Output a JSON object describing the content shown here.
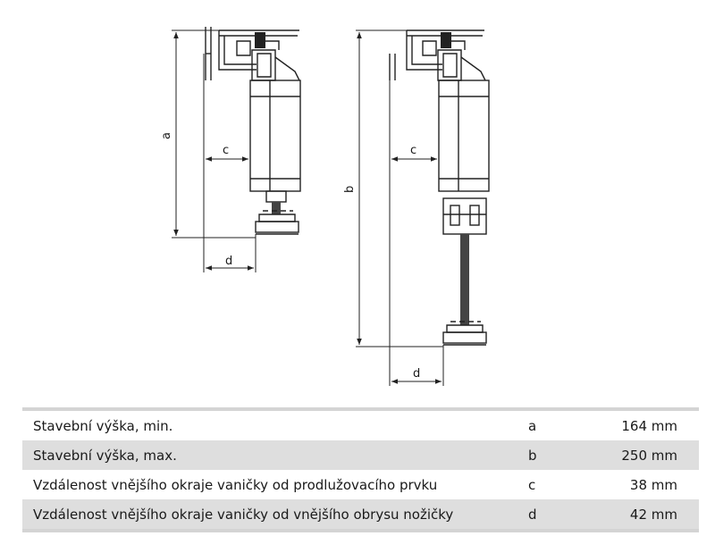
{
  "figure": {
    "left_view": {
      "labels": {
        "a": "a",
        "c": "c",
        "d": "d"
      }
    },
    "right_view": {
      "labels": {
        "b": "b",
        "c": "c",
        "d": "d"
      }
    }
  },
  "table": {
    "rows": [
      {
        "description": "Stavební výška, min.",
        "symbol": "a",
        "value": "164 mm"
      },
      {
        "description": "Stavební výška, max.",
        "symbol": "b",
        "value": "250 mm"
      },
      {
        "description": "Vzdálenost vnějšího okraje vaničky od prodlužovacího prvku",
        "symbol": "c",
        "value": "38 mm"
      },
      {
        "description": "Vzdálenost vnějšího okraje vaničky od vnějšího obrysu nožičky",
        "symbol": "d",
        "value": "42 mm"
      }
    ]
  }
}
